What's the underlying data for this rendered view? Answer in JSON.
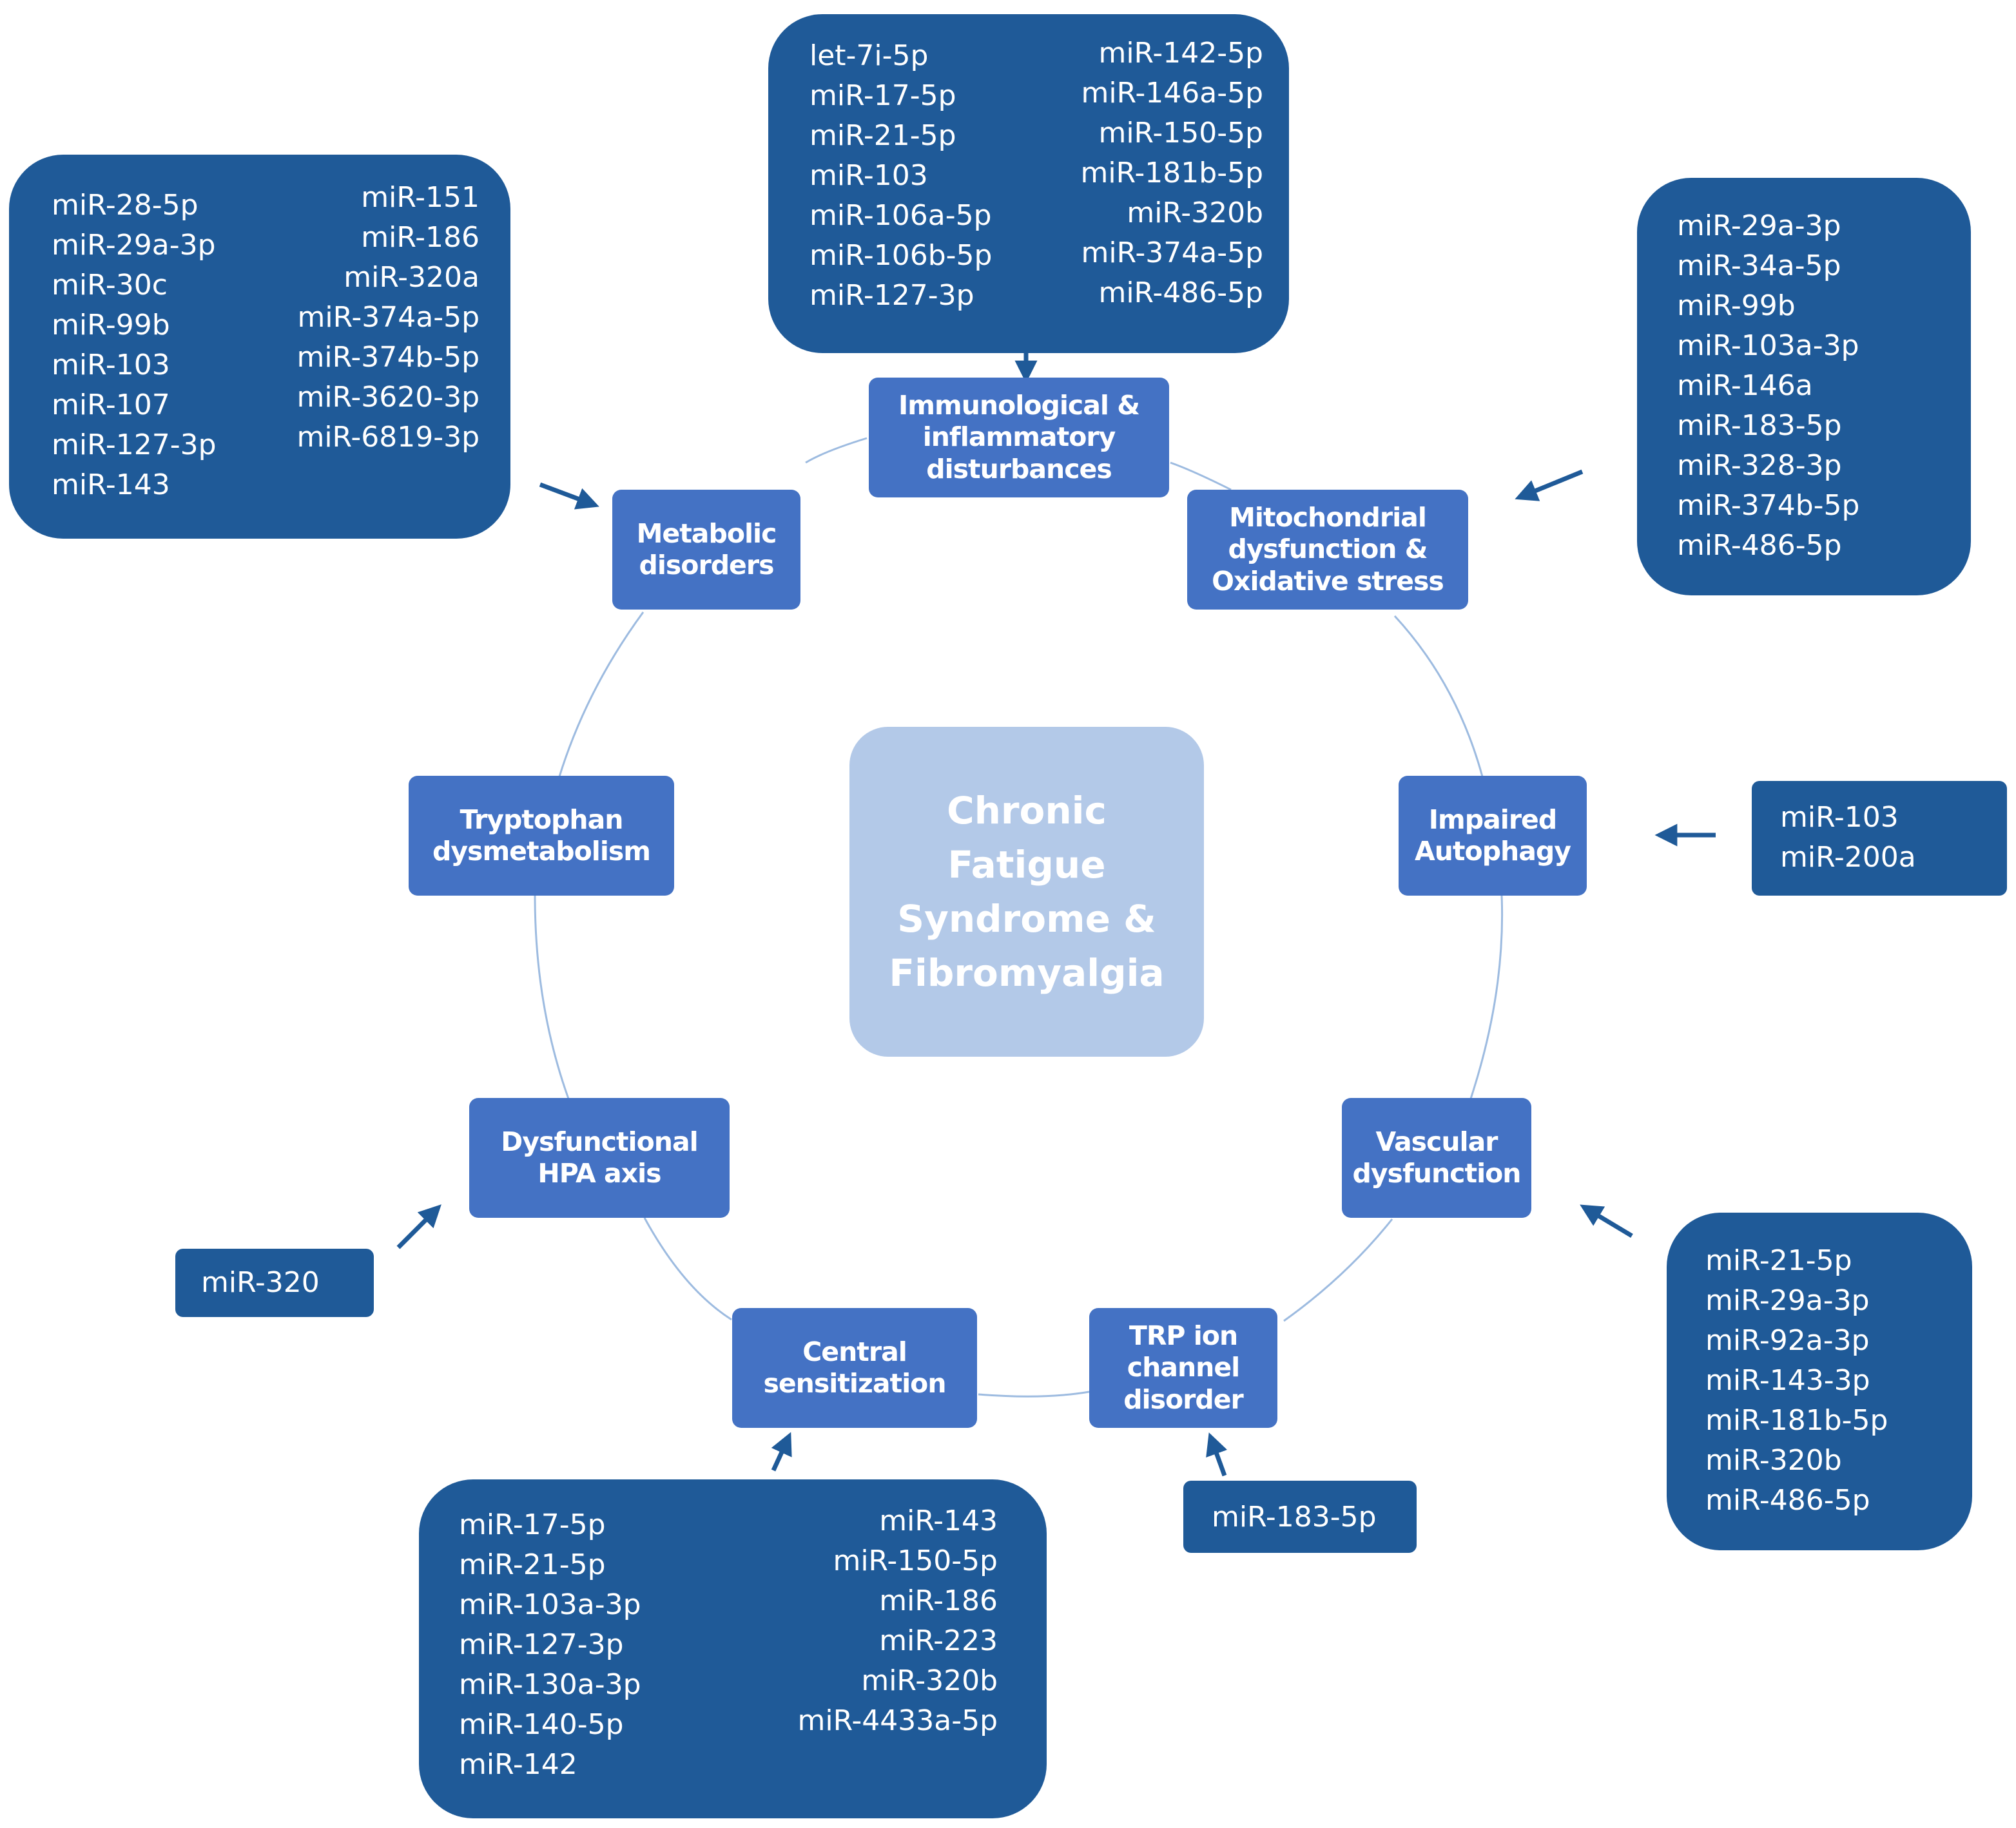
{
  "center_title": "Chronic Fatigue Syndrome & Fibromyalgia",
  "mechanisms": {
    "immunological": "Immunological & inflammatory disturbances",
    "mitochondrial": "Mitochondrial dysfunction & Oxidative stress",
    "autophagy": "Impaired Autophagy",
    "vascular": "Vascular dysfunction",
    "trp": "TRP ion channel disorder",
    "central": "Central sensitization",
    "hpa": "Dysfunctional HPA axis",
    "tryptophan": "Tryptophan dysmetabolism",
    "metabolic": "Metabolic disorders"
  },
  "mirna_boxes": {
    "immunological": {
      "left": [
        "let-7i-5p",
        "miR-17-5p",
        "miR-21-5p",
        "miR-103",
        "miR-106a-5p",
        "miR-106b-5p",
        "miR-127-3p"
      ],
      "right": [
        "miR-142-5p",
        "miR-146a-5p",
        "miR-150-5p",
        "miR-181b-5p",
        "miR-320b",
        "miR-374a-5p",
        "miR-486-5p"
      ]
    },
    "metabolic": {
      "left": [
        "miR-28-5p",
        "miR-29a-3p",
        "miR-30c",
        "miR-99b",
        "miR-103",
        "miR-107",
        "miR-127-3p",
        "miR-143"
      ],
      "right": [
        "miR-151",
        "miR-186",
        "miR-320a",
        "miR-374a-5p",
        "miR-374b-5p",
        "miR-3620-3p",
        "miR-6819-3p"
      ]
    },
    "mitochondrial": {
      "items": [
        "miR-29a-3p",
        "miR-34a-5p",
        "miR-99b",
        "miR-103a-3p",
        "miR-146a",
        "miR-183-5p",
        "miR-328-3p",
        "miR-374b-5p",
        "miR-486-5p"
      ]
    },
    "autophagy": {
      "items": [
        "miR-103",
        "miR-200a"
      ]
    },
    "vascular": {
      "items": [
        "miR-21-5p",
        "miR-29a-3p",
        "miR-92a-3p",
        "miR-143-3p",
        "miR-181b-5p",
        "miR-320b",
        "miR-486-5p"
      ]
    },
    "trp": {
      "items": [
        "miR-183-5p"
      ]
    },
    "central": {
      "left": [
        "miR-17-5p",
        "miR-21-5p",
        "miR-103a-3p",
        "miR-127-3p",
        "miR-130a-3p",
        "miR-140-5p",
        "miR-142"
      ],
      "right": [
        "miR-143",
        "miR-150-5p",
        "miR-186",
        "miR-223",
        "miR-320b",
        "miR-4433a-5p"
      ]
    },
    "hpa": {
      "items": [
        "miR-320"
      ]
    }
  },
  "colors": {
    "mechanism_box": "#4472c4",
    "mirna_box": "#1f5a98",
    "center_box": "#b3c9e8",
    "circle_line": "#9dbbe0",
    "arrow": "#1f5a98"
  }
}
